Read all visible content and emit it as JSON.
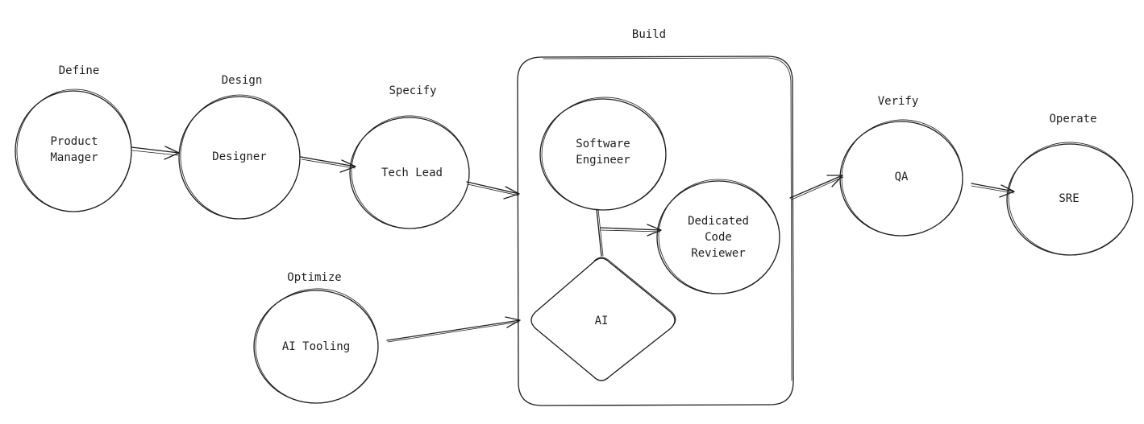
{
  "stages": {
    "define": "Define",
    "design": "Design",
    "specify": "Specify",
    "build": "Build",
    "verify": "Verify",
    "operate": "Operate",
    "optimize": "Optimize"
  },
  "nodes": {
    "product_manager": [
      "Product",
      "Manager"
    ],
    "designer": [
      "Designer"
    ],
    "tech_lead": [
      "Tech Lead"
    ],
    "software_engineer": [
      "Software",
      "Engineer"
    ],
    "code_reviewer": [
      "Dedicated",
      "Code",
      "Reviewer"
    ],
    "ai": [
      "AI"
    ],
    "qa": [
      "QA"
    ],
    "sre": [
      "SRE"
    ],
    "ai_tooling": [
      "AI Tooling"
    ]
  },
  "colors": {
    "stroke": "#1e1e1e",
    "background": "#ffffff"
  }
}
